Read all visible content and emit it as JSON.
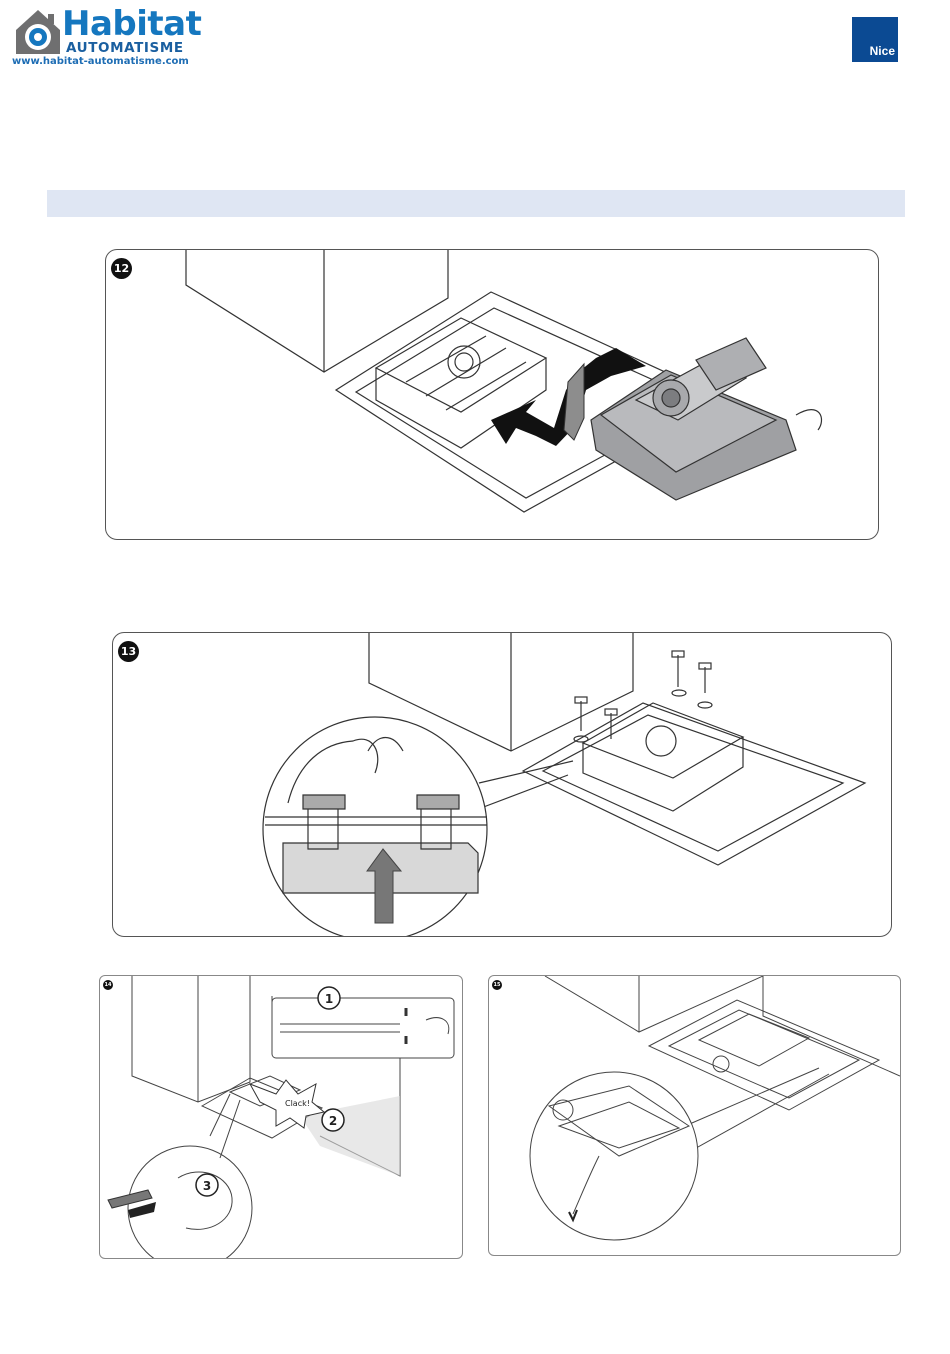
{
  "header": {
    "logo_line1": "Habitat",
    "logo_line2": "AUTOMATISME",
    "logo_url": "www.habitat-automatisme.com",
    "brand": "Nice",
    "colors": {
      "logo_blue": "#1577bf",
      "brand_blue": "#0b4a93",
      "band": "#dfe6f3"
    }
  },
  "figures": {
    "fig12": {
      "number": "12"
    },
    "fig13": {
      "number": "13"
    },
    "fig14": {
      "number": "14",
      "steps": [
        "1",
        "2",
        "3"
      ],
      "sound": "Clack!"
    },
    "fig15": {
      "number": "15"
    }
  },
  "icons": [
    "house-logo-icon",
    "step-circle-icon",
    "arrow-icon"
  ]
}
